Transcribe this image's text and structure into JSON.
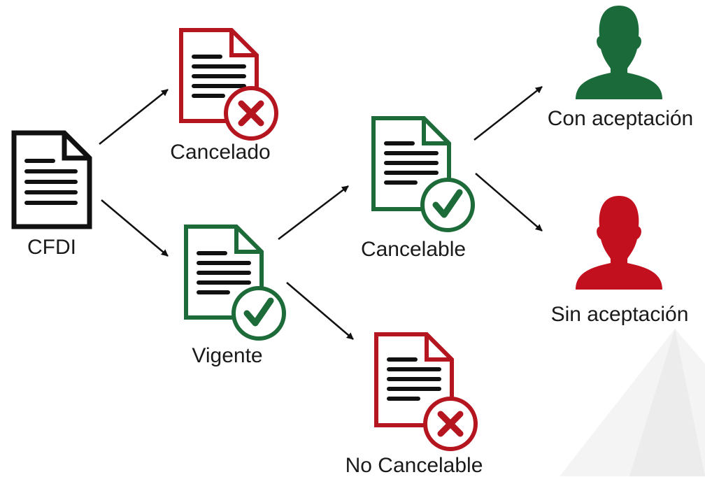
{
  "nodes": {
    "cfdi": {
      "label": "CFDI",
      "icon": "document-icon"
    },
    "cancelado": {
      "label": "Cancelado",
      "icon": "document-cancel-icon"
    },
    "vigente": {
      "label": "Vigente",
      "icon": "document-check-icon"
    },
    "cancelable": {
      "label": "Cancelable",
      "icon": "document-check-icon"
    },
    "no_cancelable": {
      "label": "No Cancelable",
      "icon": "document-cancel-icon"
    },
    "con_aceptacion": {
      "label": "Con aceptación",
      "icon": "user-icon"
    },
    "sin_aceptacion": {
      "label": "Sin aceptación",
      "icon": "user-icon"
    }
  },
  "colors": {
    "black": "#111111",
    "red": "#b5151f",
    "green": "#1e6b3a",
    "person_green": "#1b6b3a",
    "person_red": "#c3101e"
  }
}
